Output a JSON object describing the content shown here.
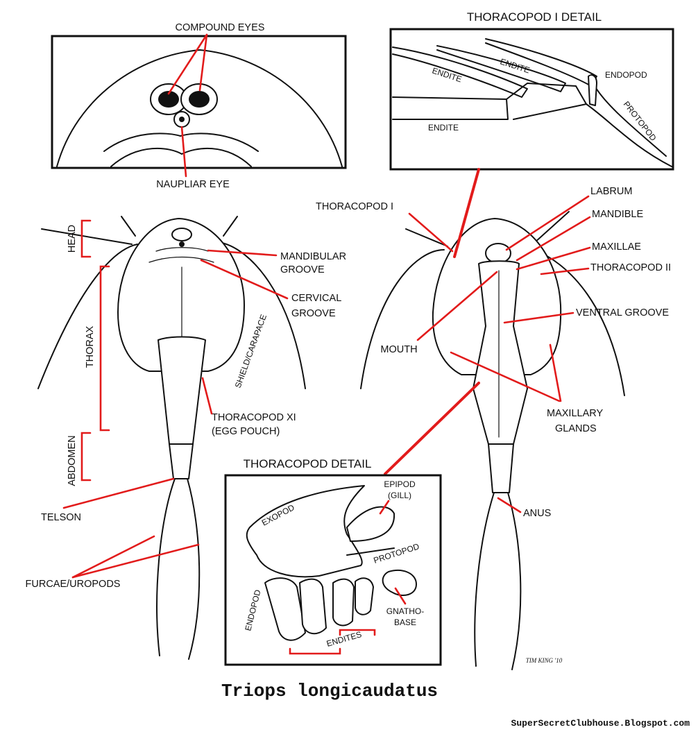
{
  "figure": {
    "species_name": "Triops longicaudatus",
    "credit": "SuperSecretClubhouse.Blogspot.com",
    "signature": "TIM KING '10",
    "accent_color": "#e21b1b",
    "ink_color": "#111111"
  },
  "head_inset": {
    "labels": {
      "compound_eyes": "COMPOUND EYES",
      "naupliar_eye": "NAUPLIAR EYE"
    }
  },
  "thoracopod_one_detail": {
    "title": "THORACOPOD I DETAIL",
    "labels": {
      "endite_1": "ENDITE",
      "endite_2": "ENDITE",
      "endite_3": "ENDITE",
      "endopod": "ENDOPOD",
      "protopod": "PROTOPOD"
    }
  },
  "dorsal_view": {
    "labels": {
      "head": "HEAD",
      "thorax": "THORAX",
      "abdomen": "ABDOMEN",
      "mandibular_groove_1": "MANDIBULAR",
      "mandibular_groove_2": "GROOVE",
      "cervical_groove_1": "CERVICAL",
      "cervical_groove_2": "GROOVE",
      "shield": "SHIELD/CARAPACE",
      "thoracopod_xi_1": "THORACOPOD XI",
      "thoracopod_xi_2": "(EGG POUCH)",
      "telson": "TELSON",
      "furcae": "FURCAE/UROPODS"
    }
  },
  "ventral_view": {
    "labels": {
      "thoracopod_i": "THORACOPOD I",
      "labrum": "LABRUM",
      "mandible": "MANDIBLE",
      "maxillae": "MAXILLAE",
      "thoracopod_ii": "THORACOPOD II",
      "ventral_groove": "VENTRAL GROOVE",
      "mouth": "MOUTH",
      "maxillary_glands_1": "MAXILLARY",
      "maxillary_glands_2": "GLANDS",
      "anus": "ANUS"
    }
  },
  "thoracopod_detail": {
    "title": "THORACOPOD DETAIL",
    "labels": {
      "epipod_1": "EPIPOD",
      "epipod_2": "(GILL)",
      "exopod": "EXOPOD",
      "protopod": "PROTOPOD",
      "endopod": "ENDOPOD",
      "gnathobase_1": "GNATHO-",
      "gnathobase_2": "BASE",
      "endites": "ENDITES"
    }
  }
}
